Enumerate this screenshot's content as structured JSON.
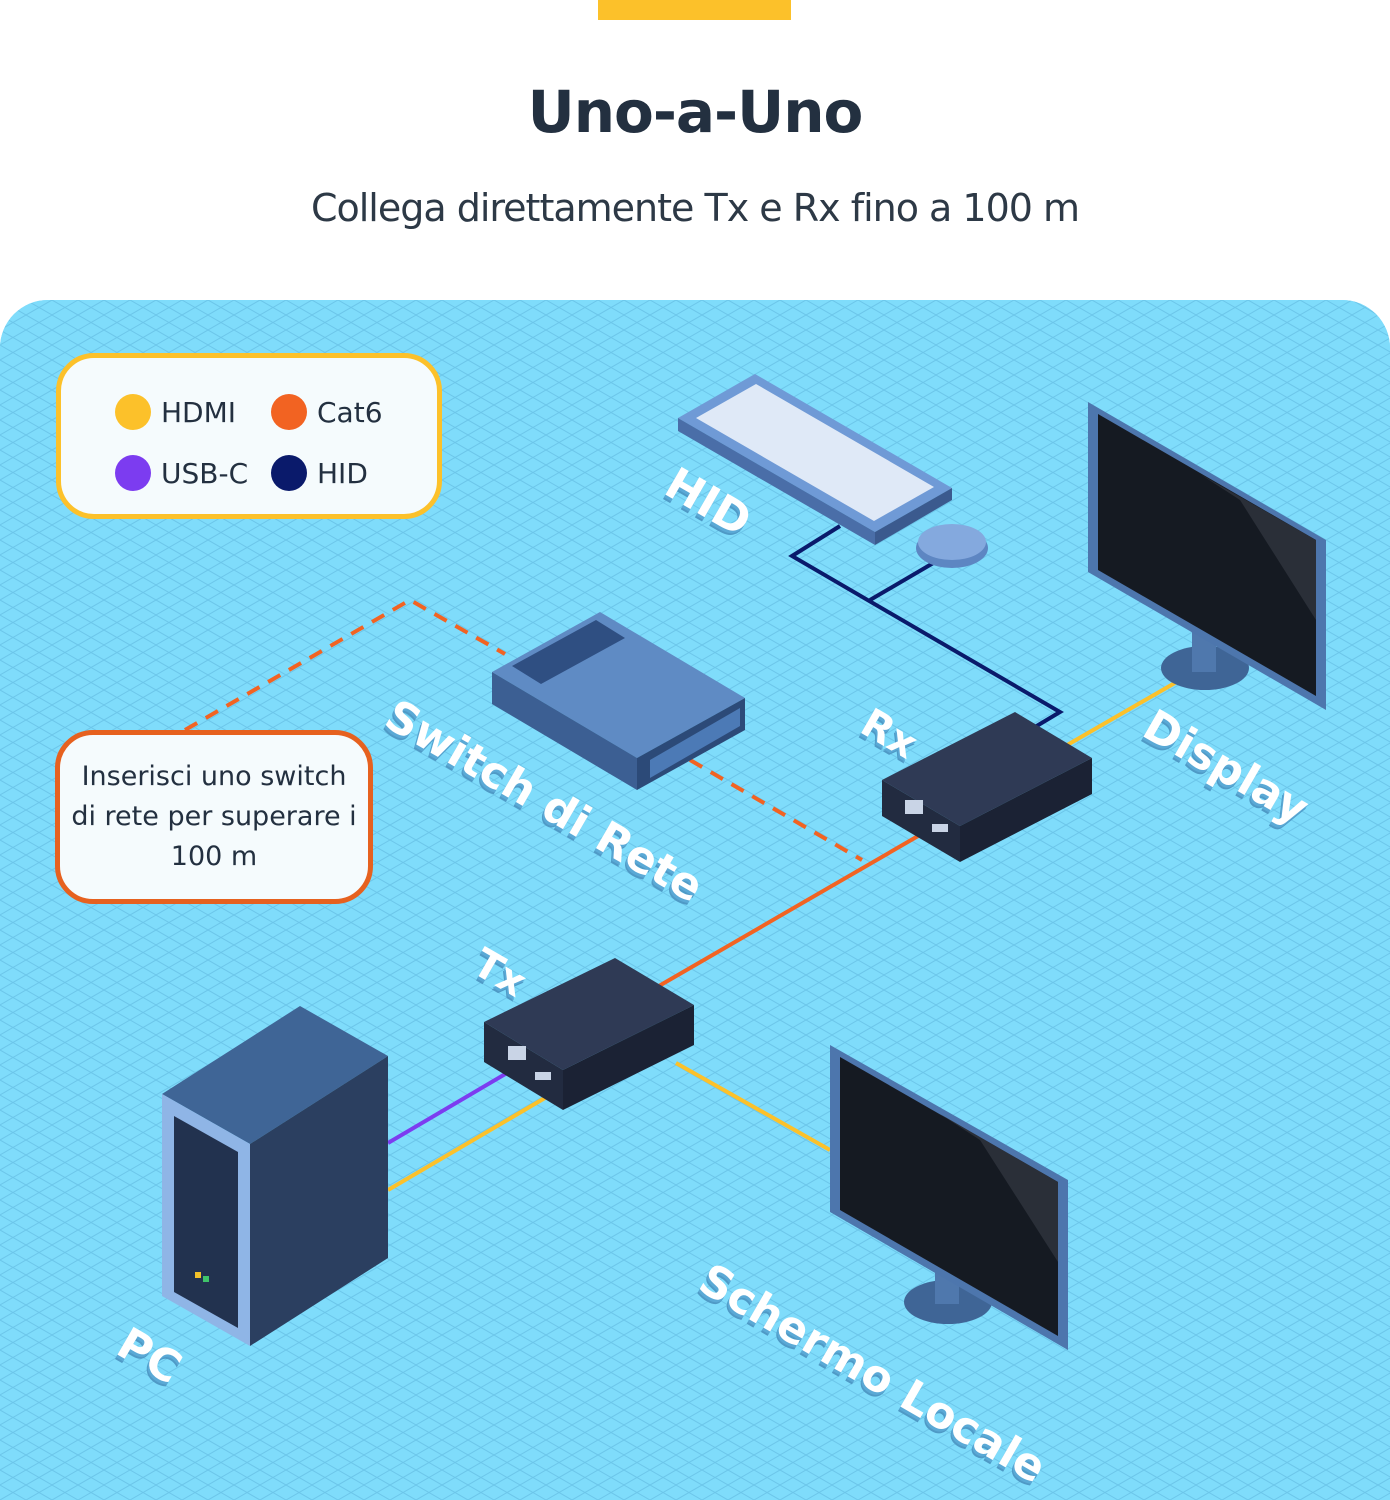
{
  "header": {
    "title": "Uno-a-Uno",
    "subtitle": "Collega direttamente Tx e Rx fino a 100 m"
  },
  "legend": {
    "items": [
      {
        "label": "HDMI",
        "color": "#fcc12a"
      },
      {
        "label": "Cat6",
        "color": "#f26322"
      },
      {
        "label": "USB-C",
        "color": "#7c3cf0"
      },
      {
        "label": "HID",
        "color": "#0a1a6b"
      }
    ]
  },
  "note": {
    "text": "Inserisci uno switch di rete per superare i 100 m"
  },
  "labels": {
    "hid": "HID",
    "rx": "Rx",
    "display": "Display",
    "switch": "Switch di Rete",
    "tx": "Tx",
    "pc": "PC",
    "local_screen": "Schermo Locale"
  },
  "colors": {
    "accent": "#fcc12a",
    "background": "#7fdcfb",
    "title": "#233040",
    "device_dark": "#2f3a55",
    "device_blue": "#3f6596"
  }
}
